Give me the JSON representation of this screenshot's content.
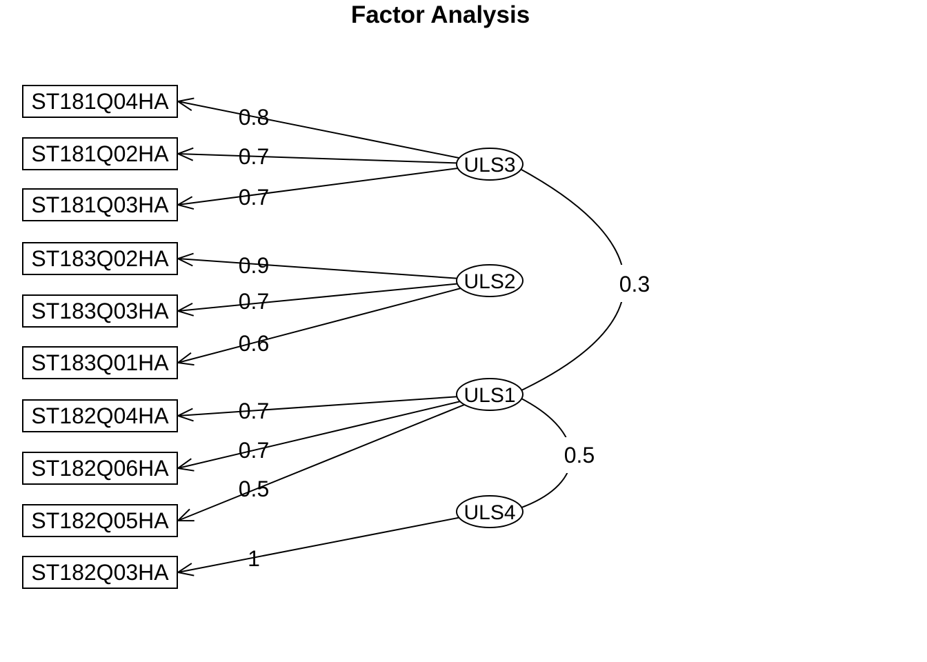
{
  "title": "Factor Analysis",
  "chart_data": {
    "type": "diagram",
    "subtype": "factor-analysis-path-diagram",
    "title": "Factor Analysis",
    "latent_nodes": [
      {
        "label": "ULS3"
      },
      {
        "label": "ULS2"
      },
      {
        "label": "ULS1"
      },
      {
        "label": "ULS4"
      }
    ],
    "manifest_nodes": [
      {
        "label": "ST181Q04HA"
      },
      {
        "label": "ST181Q02HA"
      },
      {
        "label": "ST181Q03HA"
      },
      {
        "label": "ST183Q02HA"
      },
      {
        "label": "ST183Q03HA"
      },
      {
        "label": "ST183Q01HA"
      },
      {
        "label": "ST182Q04HA"
      },
      {
        "label": "ST182Q06HA"
      },
      {
        "label": "ST182Q05HA"
      },
      {
        "label": "ST182Q03HA"
      }
    ],
    "loadings": [
      {
        "from": "ULS3",
        "to": "ST181Q04HA",
        "value": 0.8,
        "label": "0.8"
      },
      {
        "from": "ULS3",
        "to": "ST181Q02HA",
        "value": 0.7,
        "label": "0.7"
      },
      {
        "from": "ULS3",
        "to": "ST181Q03HA",
        "value": 0.7,
        "label": "0.7"
      },
      {
        "from": "ULS2",
        "to": "ST183Q02HA",
        "value": 0.9,
        "label": "0.9"
      },
      {
        "from": "ULS2",
        "to": "ST183Q03HA",
        "value": 0.7,
        "label": "0.7"
      },
      {
        "from": "ULS2",
        "to": "ST183Q01HA",
        "value": 0.6,
        "label": "0.6"
      },
      {
        "from": "ULS1",
        "to": "ST182Q04HA",
        "value": 0.7,
        "label": "0.7"
      },
      {
        "from": "ULS1",
        "to": "ST182Q06HA",
        "value": 0.7,
        "label": "0.7"
      },
      {
        "from": "ULS1",
        "to": "ST182Q05HA",
        "value": 0.5,
        "label": "0.5"
      },
      {
        "from": "ULS4",
        "to": "ST182Q03HA",
        "value": 1,
        "label": "1"
      }
    ],
    "covariances": [
      {
        "between": [
          "ULS3",
          "ULS1"
        ],
        "value": 0.3,
        "label": "0.3"
      },
      {
        "between": [
          "ULS1",
          "ULS4"
        ],
        "value": 0.5,
        "label": "0.5"
      }
    ],
    "colors": {
      "stroke": "#000000",
      "fill": "#ffffff",
      "text": "#000000"
    }
  }
}
